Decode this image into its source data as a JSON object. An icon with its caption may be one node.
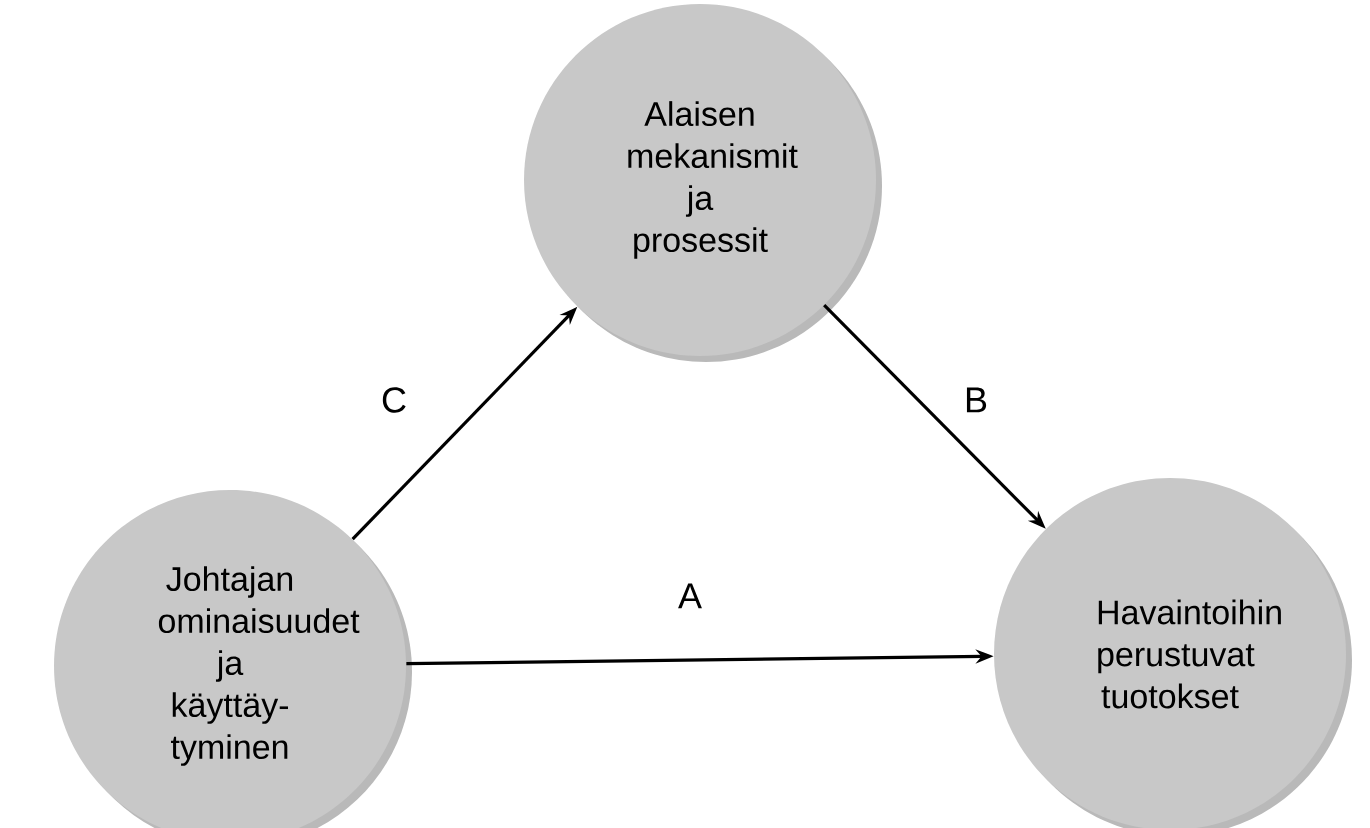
{
  "diagram": {
    "nodes": [
      {
        "text": [
          "Alaisen mekanismit ja prosessit"
        ]
      },
      {
        "text": [
          "Johtajan ominaisuudet ja käyttäy-tyminen"
        ]
      },
      {
        "text": [
          "Havaintoihin perustuvat tuotokset"
        ]
      }
    ],
    "edges": [
      {
        "from": 1,
        "to": 0,
        "arrow": "to",
        "label": "C"
      },
      {
        "from": 0,
        "to": 2,
        "arrow": "to",
        "label": "B"
      },
      {
        "from": 1,
        "to": 2,
        "arrow": "to",
        "label": "A"
      }
    ]
  }
}
